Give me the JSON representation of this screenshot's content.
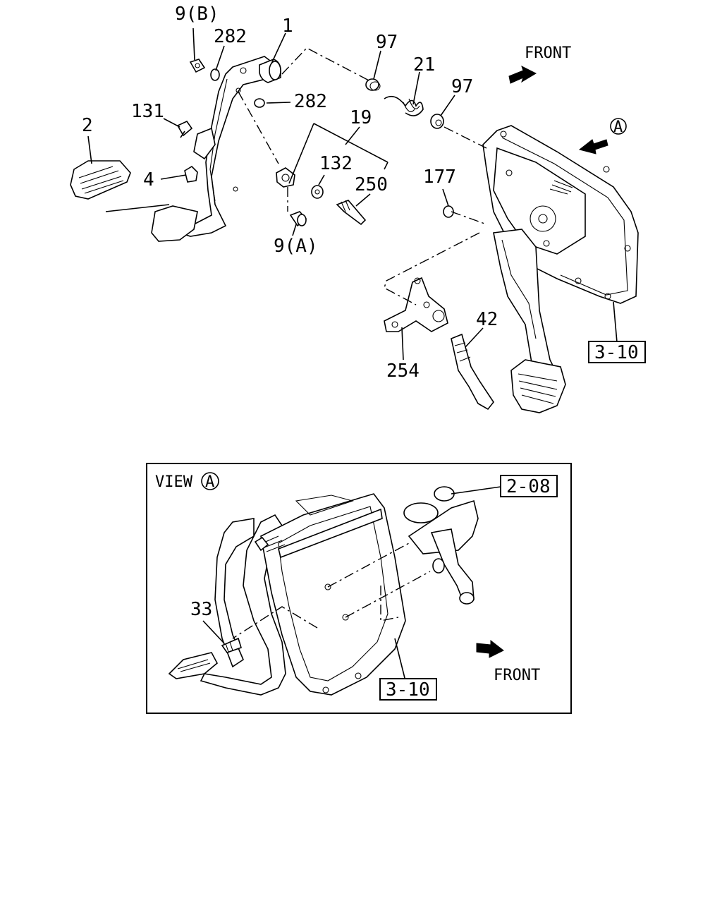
{
  "callouts": {
    "p9b": "9(B)",
    "p282_top": "282",
    "p1": "1",
    "p97_left": "97",
    "p21": "21",
    "p97_right": "97",
    "p282_mid": "282",
    "p131": "131",
    "p19": "19",
    "p2": "2",
    "p132": "132",
    "p250": "250",
    "p4": "4",
    "p177": "177",
    "p9a": "9(A)",
    "p42": "42",
    "p254": "254",
    "p3_10_top": "3-10",
    "view_a": "A"
  },
  "front_top": "FRONT",
  "inset": {
    "view_label": "VIEW",
    "view_circle": "A",
    "p2_08": "2-08",
    "p33": "33",
    "p3_10": "3-10",
    "front": "FRONT"
  },
  "icons": [
    "front-arrow-icon",
    "view-direction-arrow-icon"
  ]
}
